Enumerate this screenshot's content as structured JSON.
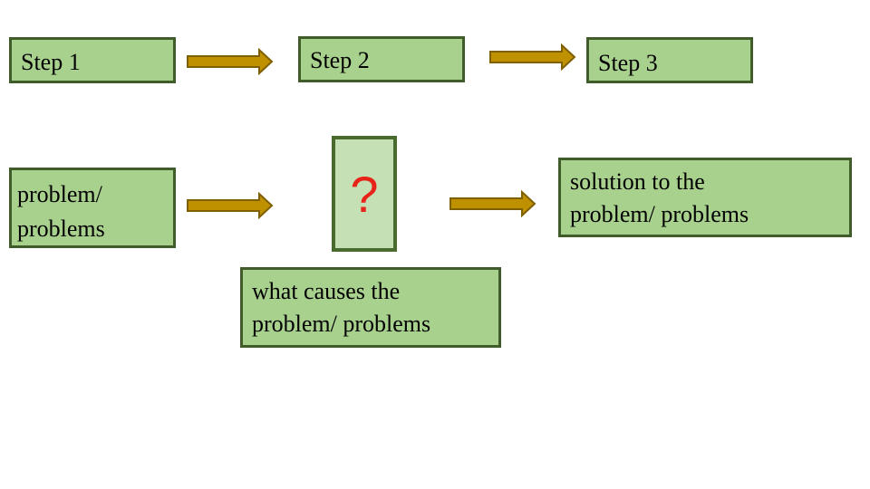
{
  "colors": {
    "box_fill": "#a9d18e",
    "box_border": "#3f5c2a",
    "question_fill": "#c5e0b4",
    "question_mark": "#e8231a",
    "arrow_fill": "#bf9000",
    "arrow_stroke": "#7f6000"
  },
  "steps": [
    {
      "label": "Step 1"
    },
    {
      "label": "Step 2"
    },
    {
      "label": "Step 3"
    }
  ],
  "problem": {
    "line1": "problem/",
    "line2": "problems"
  },
  "unknown": {
    "symbol": "?"
  },
  "cause": {
    "line1": "what causes the",
    "line2": "problem/ problems"
  },
  "solution": {
    "line1": "solution to the",
    "line2": "problem/ problems"
  }
}
